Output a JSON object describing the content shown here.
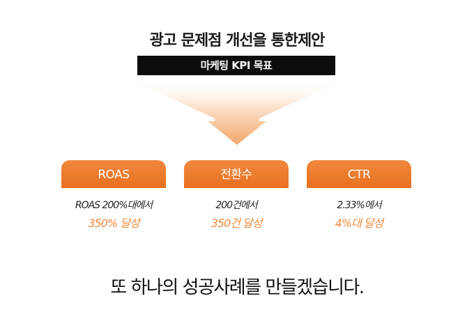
{
  "header": {
    "title": "광고 문제점 개선을 통한제안",
    "subtitle": "마케팅 KPI 목표"
  },
  "kpis": [
    {
      "label": "ROAS",
      "from": "ROAS 200%대에서",
      "to": "350% 달성"
    },
    {
      "label": "전환수",
      "from": "200건에서",
      "to": "350건 달성"
    },
    {
      "label": "CTR",
      "from": "2.33%에서",
      "to": "4%대 달성"
    }
  ],
  "closing": "또 하나의 성공사례를 만들겠습니다.",
  "colors": {
    "accent": "#E8711F",
    "accent_light": "#F08A3C",
    "funnel": "#F3A66A",
    "bar": "#0D0D0D"
  }
}
